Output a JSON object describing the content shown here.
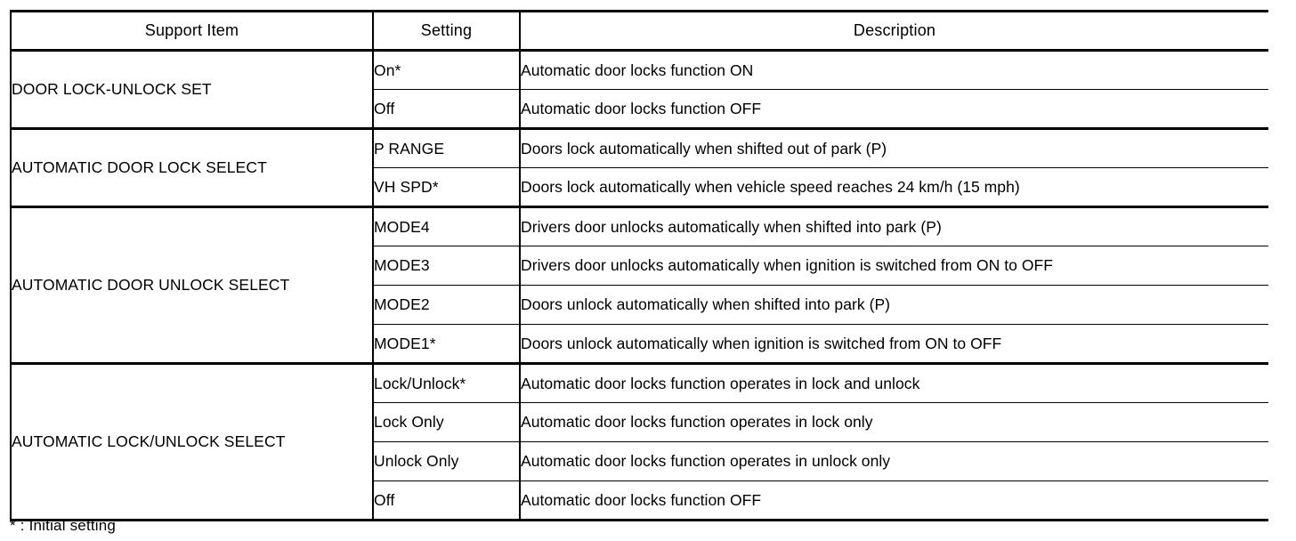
{
  "table": {
    "headers": {
      "support_item": "Support Item",
      "setting": "Setting",
      "description": "Description"
    },
    "groups": [
      {
        "item": "DOOR LOCK-UNLOCK SET",
        "rows": [
          {
            "setting": "On*",
            "description": "Automatic door locks function ON"
          },
          {
            "setting": "Off",
            "description": "Automatic door locks function OFF"
          }
        ]
      },
      {
        "item": "AUTOMATIC DOOR LOCK SELECT",
        "rows": [
          {
            "setting": "P RANGE",
            "description": "Doors lock automatically when shifted out of park (P)"
          },
          {
            "setting": "VH SPD*",
            "description": "Doors lock automatically when vehicle speed reaches 24 km/h (15 mph)"
          }
        ]
      },
      {
        "item": "AUTOMATIC DOOR UNLOCK SELECT",
        "rows": [
          {
            "setting": "MODE4",
            "description": "Drivers door unlocks automatically when shifted into park (P)"
          },
          {
            "setting": "MODE3",
            "description": "Drivers door unlocks automatically when ignition is switched from ON to OFF"
          },
          {
            "setting": "MODE2",
            "description": "Doors unlock automatically when shifted into park (P)"
          },
          {
            "setting": "MODE1*",
            "description": "Doors unlock automatically when ignition is switched from ON to OFF"
          }
        ]
      },
      {
        "item": "AUTOMATIC LOCK/UNLOCK SELECT",
        "rows": [
          {
            "setting": "Lock/Unlock*",
            "description": "Automatic door locks function operates in lock and unlock"
          },
          {
            "setting": "Lock Only",
            "description": "Automatic door locks function operates in lock only"
          },
          {
            "setting": "Unlock Only",
            "description": "Automatic door locks function operates in unlock only"
          },
          {
            "setting": "Off",
            "description": "Automatic door locks function OFF"
          }
        ]
      }
    ]
  },
  "footnote": "* : Initial setting"
}
